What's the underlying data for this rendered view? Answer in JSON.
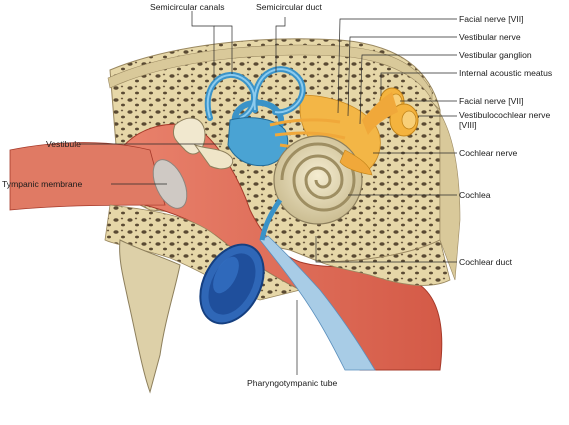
{
  "labels": {
    "semicircular_canals": "Semicircular canals",
    "semicircular_duct": "Semicircular duct",
    "facial_nerve_top": "Facial nerve [VII]",
    "vestibular_nerve": "Vestibular nerve",
    "vestibular_ganglion": "Vestibular ganglion",
    "internal_acoustic_meatus": "Internal acoustic meatus",
    "facial_nerve_right": "Facial nerve [VII]",
    "vestibulocochlear_nerve": "Vestibulocochlear nerve [VIII]",
    "vestibule": "Vestibule",
    "cochlear_nerve": "Cochlear nerve",
    "tympanic_membrane": "Tympanic membrane",
    "cochlea": "Cochlea",
    "cochlear_duct": "Cochlear duct",
    "pharyngotympanic_tube": "Pharyngotympanic tube"
  },
  "colors": {
    "bone": "#e8dcb4",
    "bone_dark": "#c9b98a",
    "membrane_blue": "#4aa0cf",
    "tube_blue": "#2a5fb0",
    "flesh_red": "#e0705c",
    "nerve_yellow": "#f2b040"
  }
}
